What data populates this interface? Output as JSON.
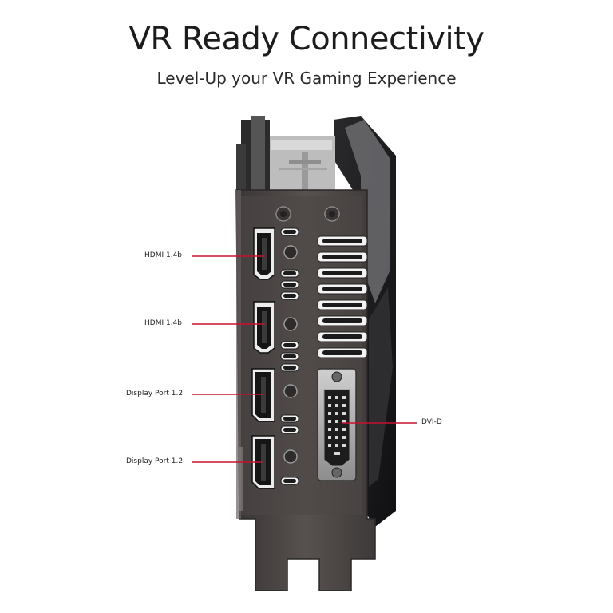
{
  "title": "VR Ready Connectivity",
  "subtitle": "Level-Up your VR Gaming Experience",
  "labels": {
    "hdmi_top": "HDMI 1.4b",
    "hdmi_bottom": "HDMI 1.4b",
    "dp_top": "Display Port 1.2",
    "dp_bottom": "Display Port 1.2",
    "dvi": "DVI-D"
  },
  "colors": {
    "leader_line": "#c8102e",
    "bracket": "#4a4544",
    "port": "#1a1a1a"
  }
}
